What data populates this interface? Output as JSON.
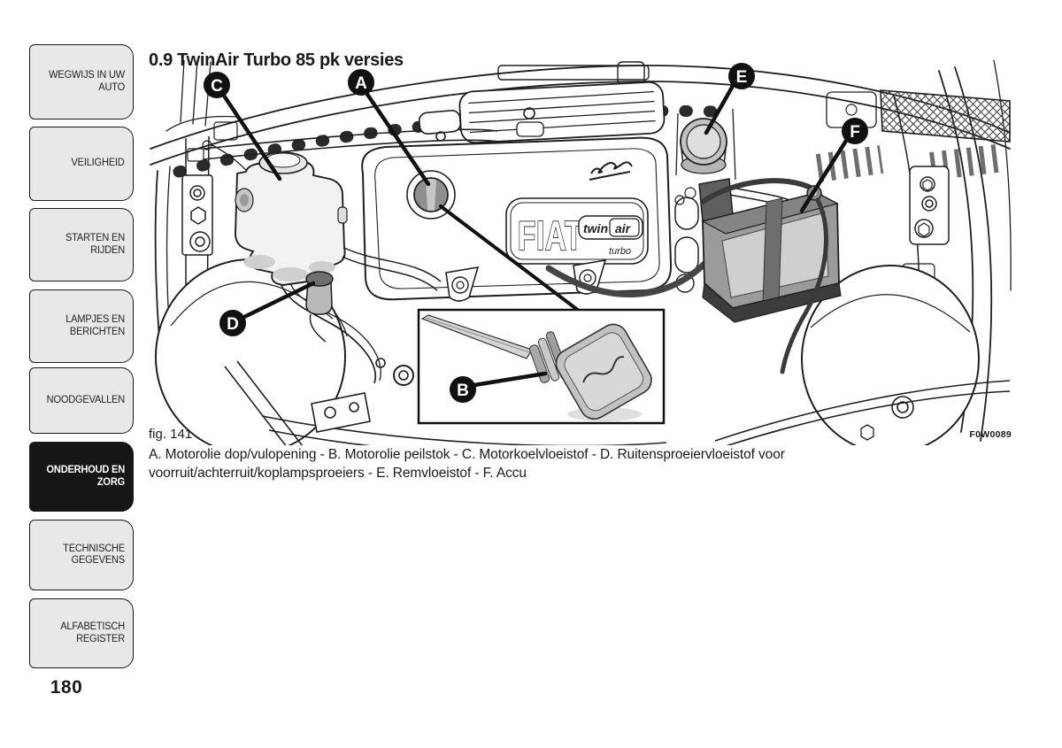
{
  "page": {
    "number": "180",
    "title": "0.9 TwinAir Turbo 85 pk versies",
    "figure_label": "fig. 141",
    "figure_code": "F0W0089",
    "legend": "A. Motorolie dop/vulopening - B. Motorolie peilstok - C. Motorkoelvloeistof - D. Ruitensproeiervloeistof voor voorruit/achterruit/koplampsproeiers - E. Remvloeistof - F. Accu"
  },
  "sidebar": {
    "items": [
      {
        "label": "WEGWIJS IN UW AUTO",
        "active": false
      },
      {
        "label": "VEILIGHEID",
        "active": false
      },
      {
        "label": "STARTEN EN RIJDEN",
        "active": false
      },
      {
        "label": "LAMPJES EN BERICHTEN",
        "active": false
      },
      {
        "label": "NOODGEVALLEN",
        "active": false
      },
      {
        "label": "ONDERHOUD EN ZORG",
        "active": true
      },
      {
        "label": "TECHNISCHE GEGEVENS",
        "active": false
      },
      {
        "label": "ALFABETISCH REGISTER",
        "active": false
      }
    ]
  },
  "diagram": {
    "callouts": [
      {
        "letter": "A"
      },
      {
        "letter": "B"
      },
      {
        "letter": "C"
      },
      {
        "letter": "D"
      },
      {
        "letter": "E"
      },
      {
        "letter": "F"
      }
    ],
    "badge": {
      "brand": "FIAT",
      "twin": "twin",
      "air": "air",
      "turbo": "turbo"
    }
  },
  "colors": {
    "tab_bg": "#e8e8e8",
    "tab_active_bg": "#161616",
    "ink": "#1a1a1a"
  }
}
